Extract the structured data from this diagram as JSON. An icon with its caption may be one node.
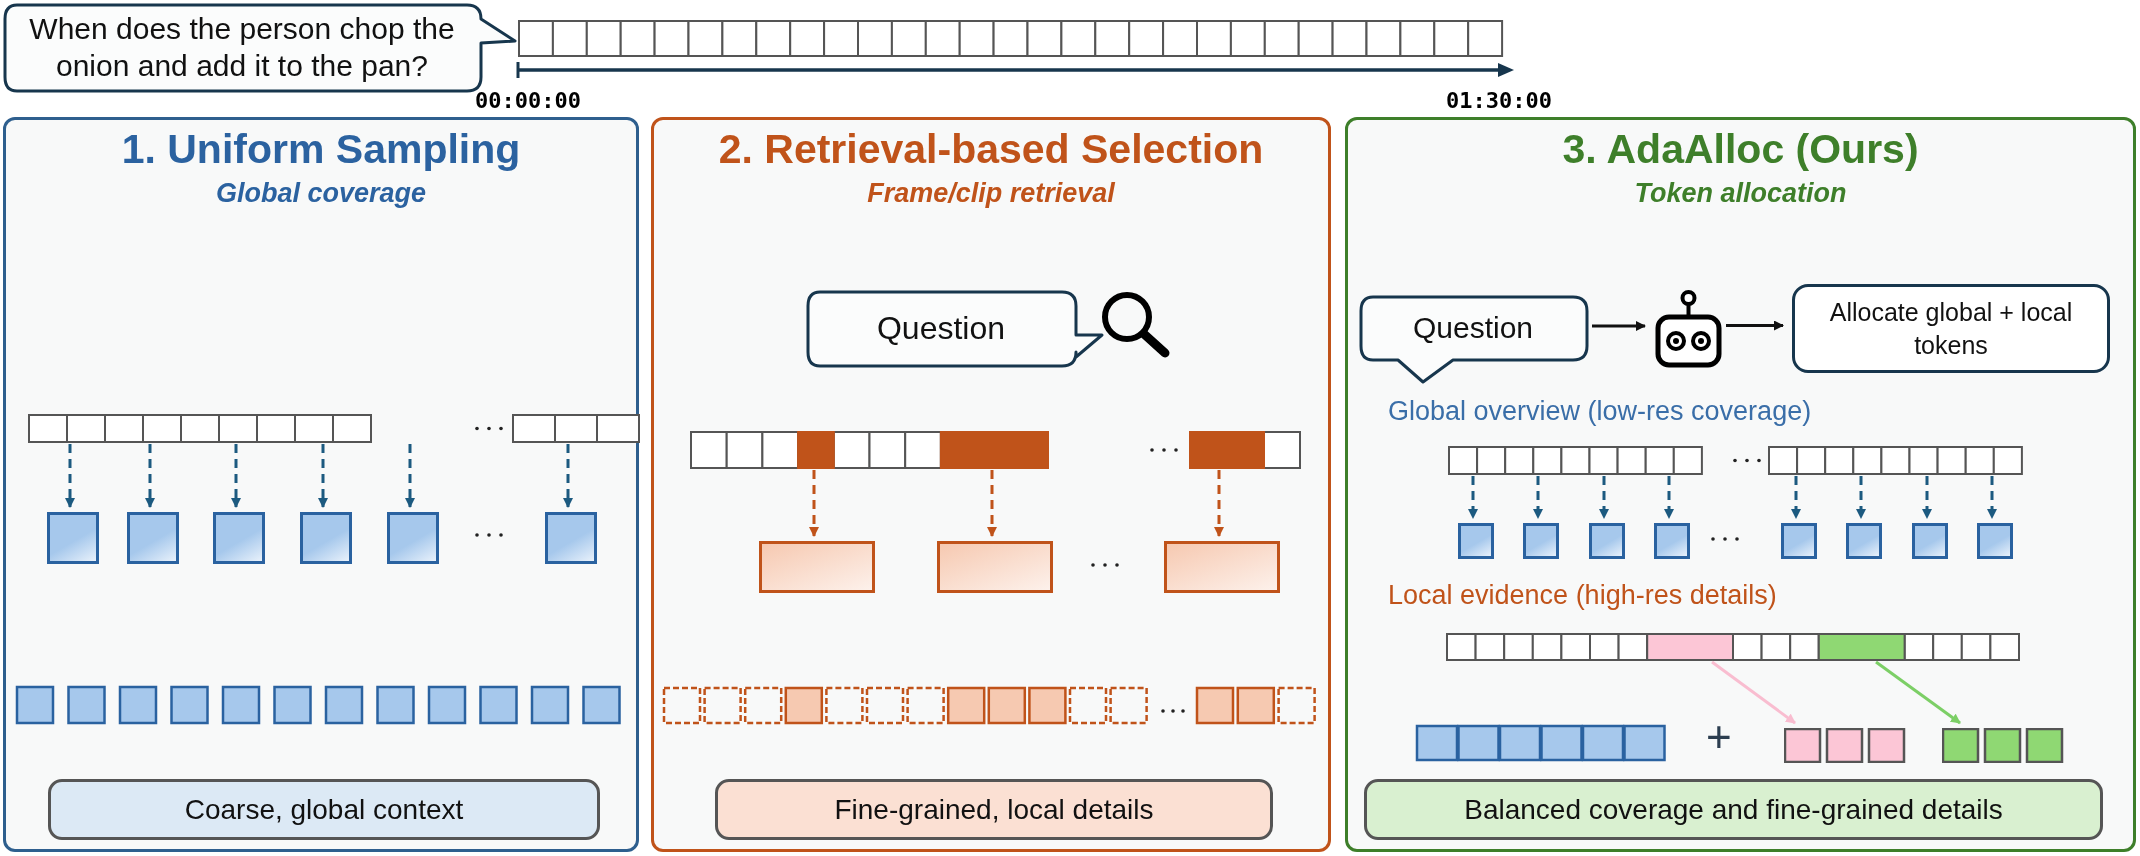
{
  "diagram": {
    "nodes": [
      {
        "text": [
          "When does the person chop the onion and add it to the pan?"
        ]
      },
      {
        "text": [
          "1. Uniform Sampling",
          "Global coverage"
        ]
      },
      {
        "text": [],
        "shape": "bar",
        "in": 1
      },
      {
        "text": [],
        "shape": "box",
        "in": 1
      },
      {
        "text": [],
        "shape": "box",
        "in": 1
      },
      {
        "text": [],
        "shape": "box",
        "in": 1
      },
      {
        "text": [],
        "shape": "box",
        "in": 1
      },
      {
        "text": [],
        "shape": "box",
        "in": 1
      },
      {
        "text": [],
        "shape": "box",
        "in": 1
      },
      {
        "text": [
          "Coarse, global context"
        ],
        "in": 1
      },
      {
        "text": [
          "2. Retrieval-based Selection",
          "Frame/clip retrieval"
        ]
      },
      {
        "text": [
          "Question"
        ],
        "in": 10
      },
      {
        "text": [],
        "shape": "bar",
        "in": 10
      },
      {
        "text": [],
        "shape": "box",
        "in": 10
      },
      {
        "text": [],
        "shape": "box",
        "in": 10
      },
      {
        "text": [],
        "shape": "box",
        "in": 10
      },
      {
        "text": [
          "Fine-grained, local details"
        ],
        "in": 10
      },
      {
        "text": [
          "3. AdaAlloc (Ours)",
          "Token allocation"
        ]
      },
      {
        "text": [
          "Question"
        ],
        "in": 17
      },
      {
        "text": [],
        "shape": "picture",
        "in": 17
      },
      {
        "text": [
          "Allocate global + local tokens"
        ],
        "in": 17
      },
      {
        "text": [],
        "shape": "bar",
        "in": 17
      },
      {
        "text": [],
        "shape": "box",
        "in": 17
      },
      {
        "text": [],
        "shape": "box",
        "in": 17
      },
      {
        "text": [],
        "shape": "box",
        "in": 17
      },
      {
        "text": [],
        "shape": "box",
        "in": 17
      },
      {
        "text": [],
        "shape": "box",
        "in": 17
      },
      {
        "text": [],
        "shape": "box",
        "in": 17
      },
      {
        "text": [],
        "shape": "box",
        "in": 17
      },
      {
        "text": [],
        "shape": "box",
        "in": 17
      },
      {
        "text": [],
        "shape": "bar",
        "in": 17
      },
      {
        "text": [],
        "shape": "box",
        "in": 17
      },
      {
        "text": [],
        "shape": "box",
        "in": 17
      },
      {
        "text": [
          "Balanced coverage and fine-grained details"
        ],
        "in": 17
      }
    ],
    "edges": [
      {
        "from": 2,
        "to": 3,
        "arrow": "to",
        "style": "dashed"
      },
      {
        "from": 2,
        "to": 4,
        "arrow": "to",
        "style": "dashed"
      },
      {
        "from": 2,
        "to": 5,
        "arrow": "to",
        "style": "dashed"
      },
      {
        "from": 2,
        "to": 6,
        "arrow": "to",
        "style": "dashed"
      },
      {
        "from": 2,
        "to": 7,
        "arrow": "to",
        "style": "dashed"
      },
      {
        "from": 2,
        "to": 8,
        "arrow": "to",
        "style": "dashed"
      },
      {
        "from": 12,
        "to": 13,
        "arrow": "to",
        "style": "dashed",
        "color": "#c0531a"
      },
      {
        "from": 12,
        "to": 14,
        "arrow": "to",
        "style": "dashed",
        "color": "#c0531a"
      },
      {
        "from": 12,
        "to": 15,
        "arrow": "to",
        "style": "dashed",
        "color": "#c0531a"
      },
      {
        "from": 18,
        "to": 19,
        "arrow": "to",
        "color": "#111111"
      },
      {
        "from": 19,
        "to": 20,
        "arrow": "to",
        "color": "#111111"
      },
      {
        "from": 21,
        "to": 22,
        "arrow": "to",
        "style": "dashed"
      },
      {
        "from": 21,
        "to": 23,
        "arrow": "to",
        "style": "dashed"
      },
      {
        "from": 21,
        "to": 24,
        "arrow": "to",
        "style": "dashed"
      },
      {
        "from": 21,
        "to": 25,
        "arrow": "to",
        "style": "dashed"
      },
      {
        "from": 21,
        "to": 26,
        "arrow": "to",
        "style": "dashed"
      },
      {
        "from": 21,
        "to": 27,
        "arrow": "to",
        "style": "dashed"
      },
      {
        "from": 21,
        "to": 28,
        "arrow": "to",
        "style": "dashed"
      },
      {
        "from": 21,
        "to": 29,
        "arrow": "to",
        "style": "dashed"
      },
      {
        "from": 30,
        "to": 31,
        "arrow": "to",
        "color": "#f9bdd0"
      },
      {
        "from": 30,
        "to": 32,
        "arrow": "to",
        "color": "#7ccf66"
      }
    ],
    "labels": [
      "00:00:00",
      "01:30:00",
      "Global overview (low-res coverage)",
      "Local evidence (high-res details)",
      "+"
    ]
  }
}
